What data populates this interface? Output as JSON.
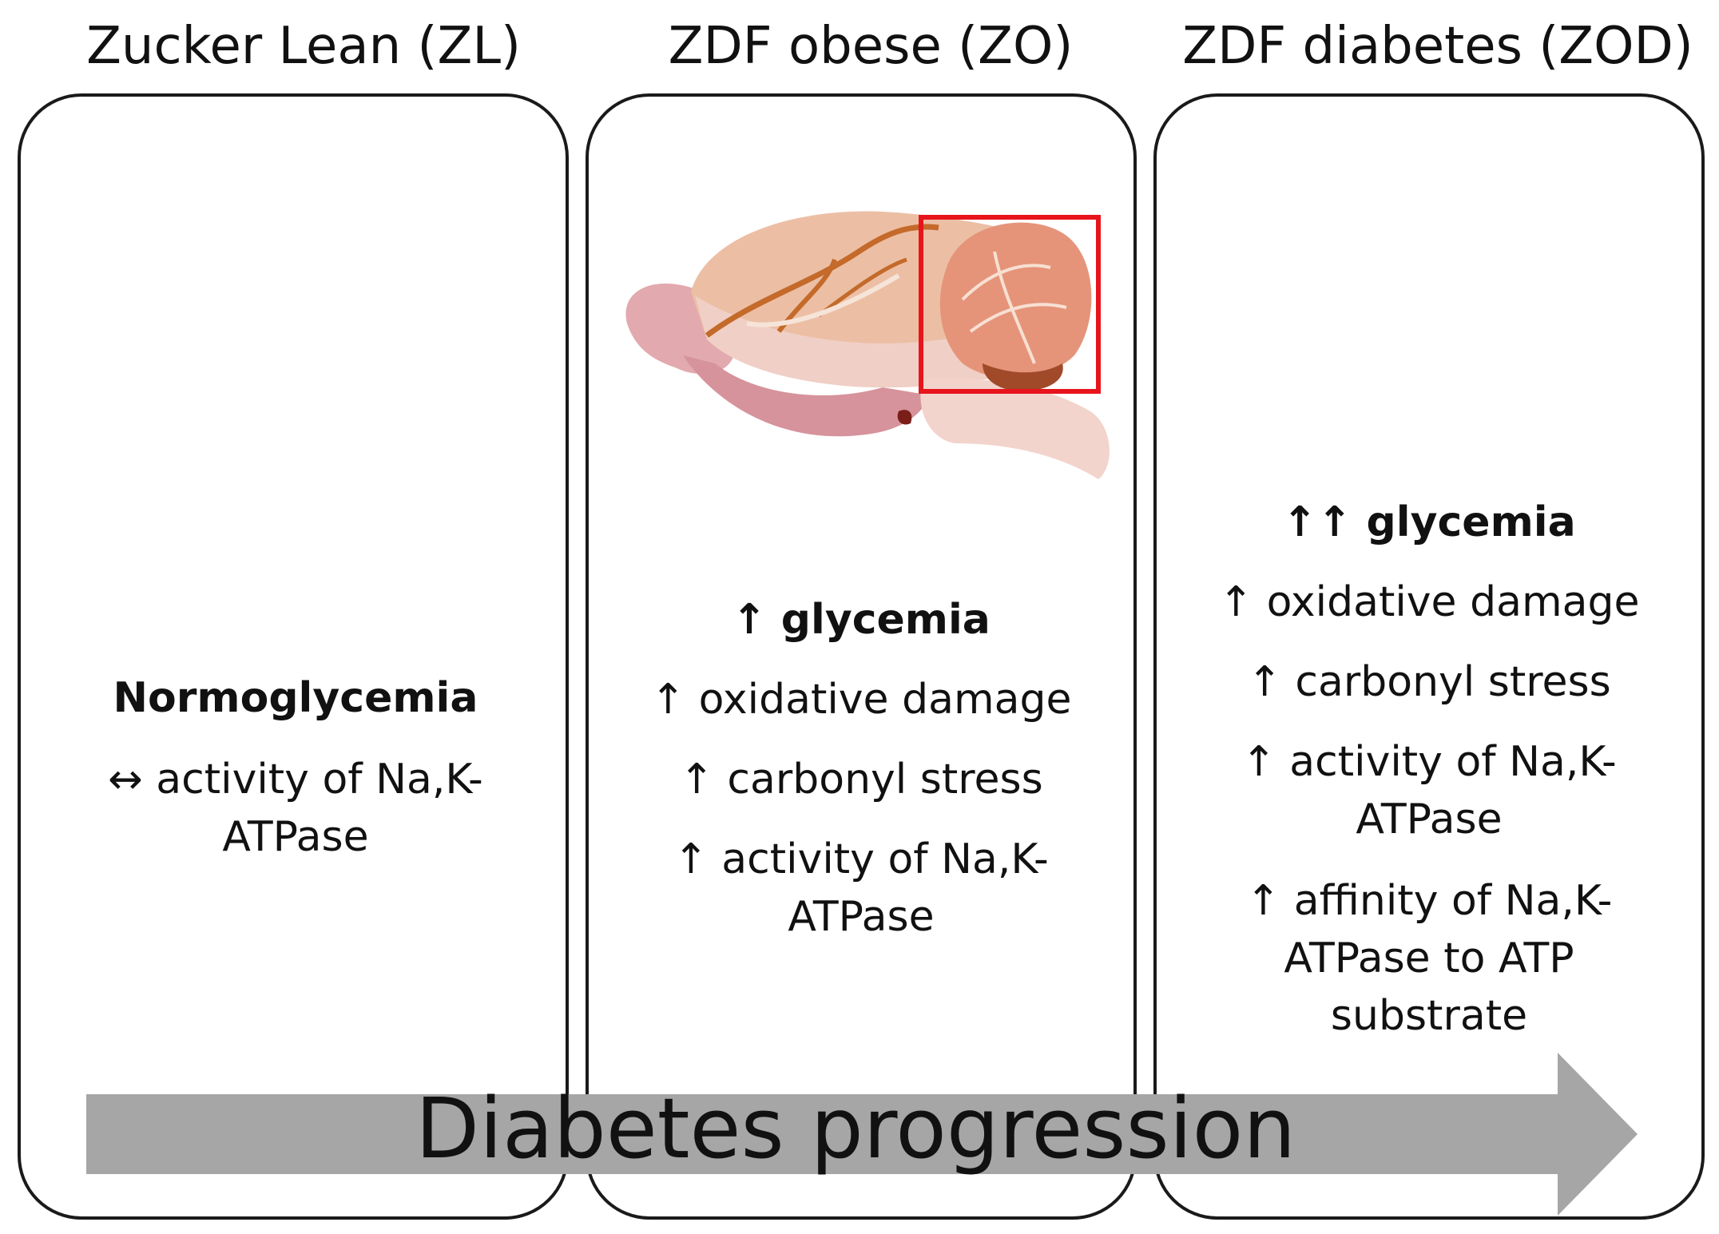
{
  "columns": [
    {
      "title": "Zucker Lean (ZL)",
      "lines": [
        {
          "text": "Normoglycemia",
          "bold": true
        },
        {
          "text": "↔ activity of Na,K-"
        },
        {
          "text": "ATPase"
        }
      ]
    },
    {
      "title": "ZDF obese (ZO)",
      "lines": [
        {
          "text": "↑ glycemia",
          "bold": true
        },
        {
          "text": "↑ oxidative damage"
        },
        {
          "text": "↑ carbonyl stress"
        },
        {
          "text": "↑ activity of Na,K-"
        },
        {
          "text": "ATPase"
        }
      ]
    },
    {
      "title": "ZDF diabetes (ZOD)",
      "lines": [
        {
          "text": "↑↑ glycemia",
          "bold": true
        },
        {
          "text": "↑ oxidative damage"
        },
        {
          "text": "↑ carbonyl stress"
        },
        {
          "text": "↑ activity of Na,K-"
        },
        {
          "text": "ATPase"
        },
        {
          "text": "↑ affinity of Na,K-"
        },
        {
          "text": "ATPase to ATP"
        },
        {
          "text": "substrate"
        }
      ]
    }
  ],
  "progression": {
    "label": "Diabetes progression",
    "color": "#a6a6a6"
  },
  "illustration": {
    "icon": "rat-brain-icon",
    "highlight_color": "#e8141c"
  }
}
